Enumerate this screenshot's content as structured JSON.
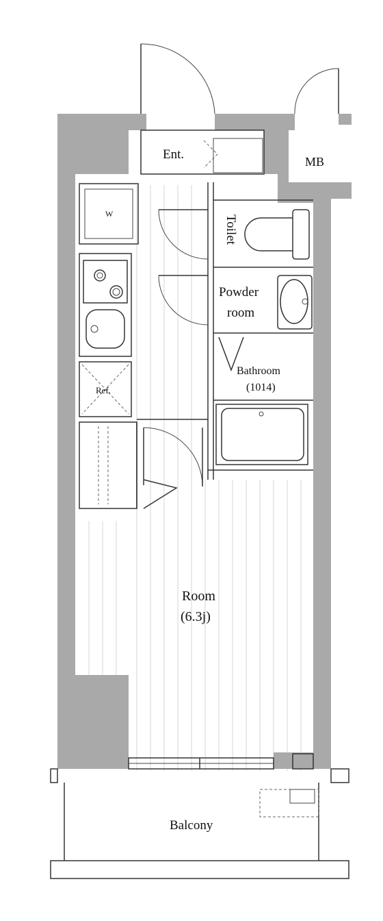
{
  "labels": {
    "entrance": "Ent.",
    "meter_box": "MB",
    "washer": "W",
    "toilet": "Toilet",
    "powder_room_line1": "Powder",
    "powder_room_line2": "room",
    "bathroom": "Bathroom",
    "bathroom_size": "(1014)",
    "refrigerator": "Ref.",
    "room": "Room",
    "room_size": "(6.3j)",
    "balcony": "Balcony"
  },
  "colors": {
    "wall": "#a9a9a9",
    "line": "#333333",
    "floor_lines": "#d6d6d6"
  }
}
